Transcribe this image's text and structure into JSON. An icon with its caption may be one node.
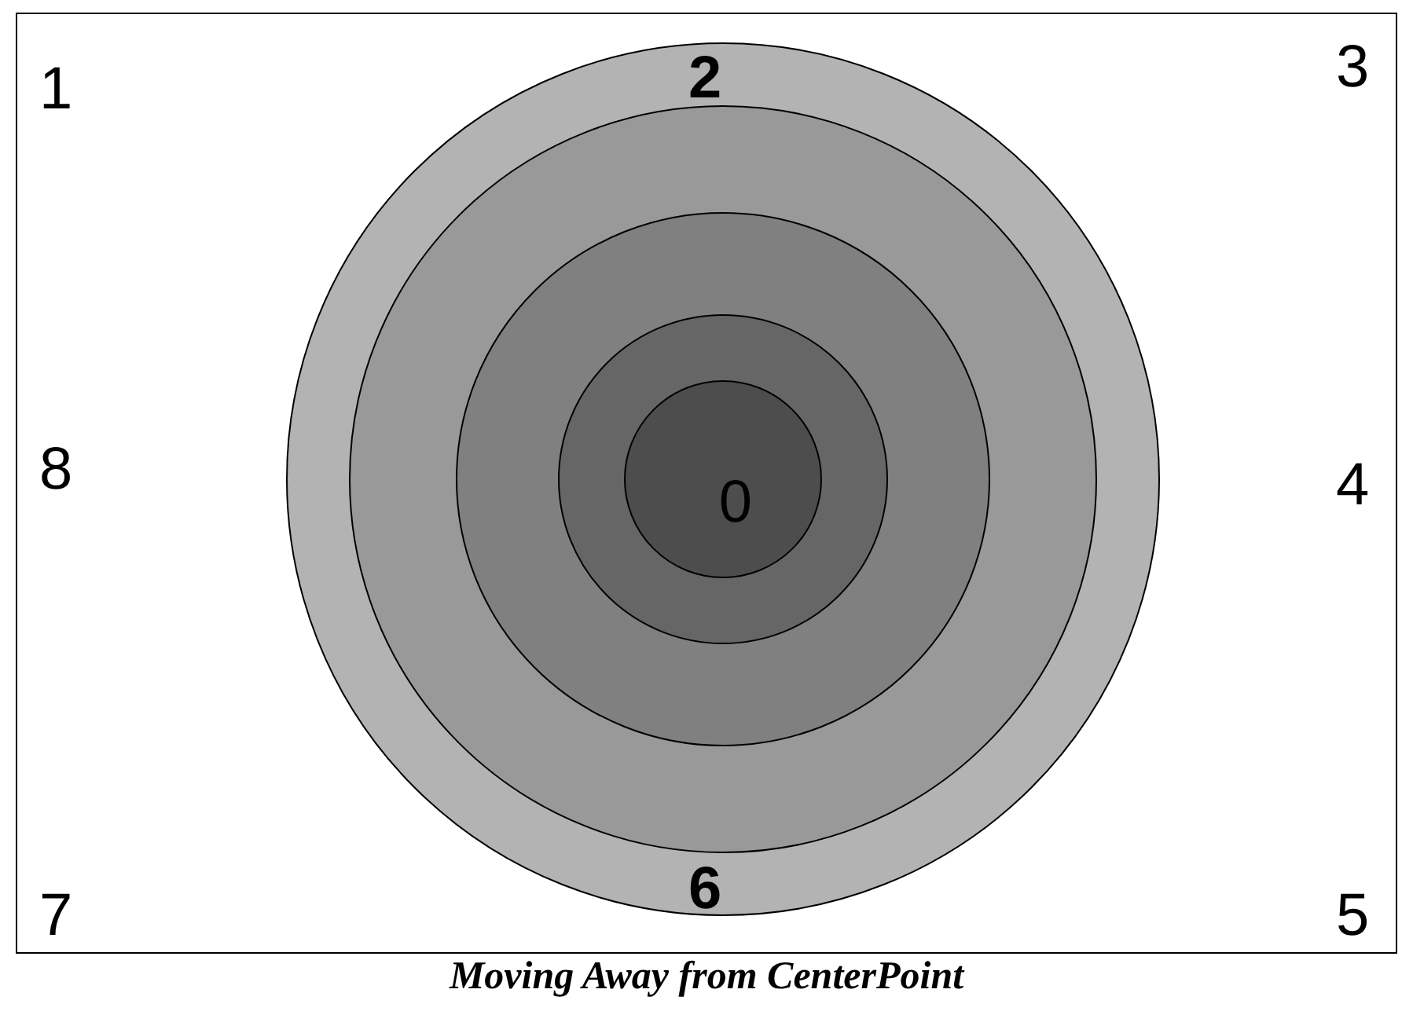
{
  "diagram": {
    "caption": "Moving Away from CenterPoint",
    "nodes": [
      {
        "text": [],
        "shape": "circle"
      },
      {
        "text": [],
        "shape": "circle",
        "in": 0
      },
      {
        "text": [],
        "shape": "circle",
        "in": 1
      },
      {
        "text": [],
        "shape": "circle",
        "in": 2
      },
      {
        "text": [
          "0"
        ],
        "in": 3
      }
    ],
    "edges": [],
    "labels": [
      "1",
      "2",
      "3",
      "8",
      "4",
      "7",
      "6",
      "5"
    ]
  }
}
